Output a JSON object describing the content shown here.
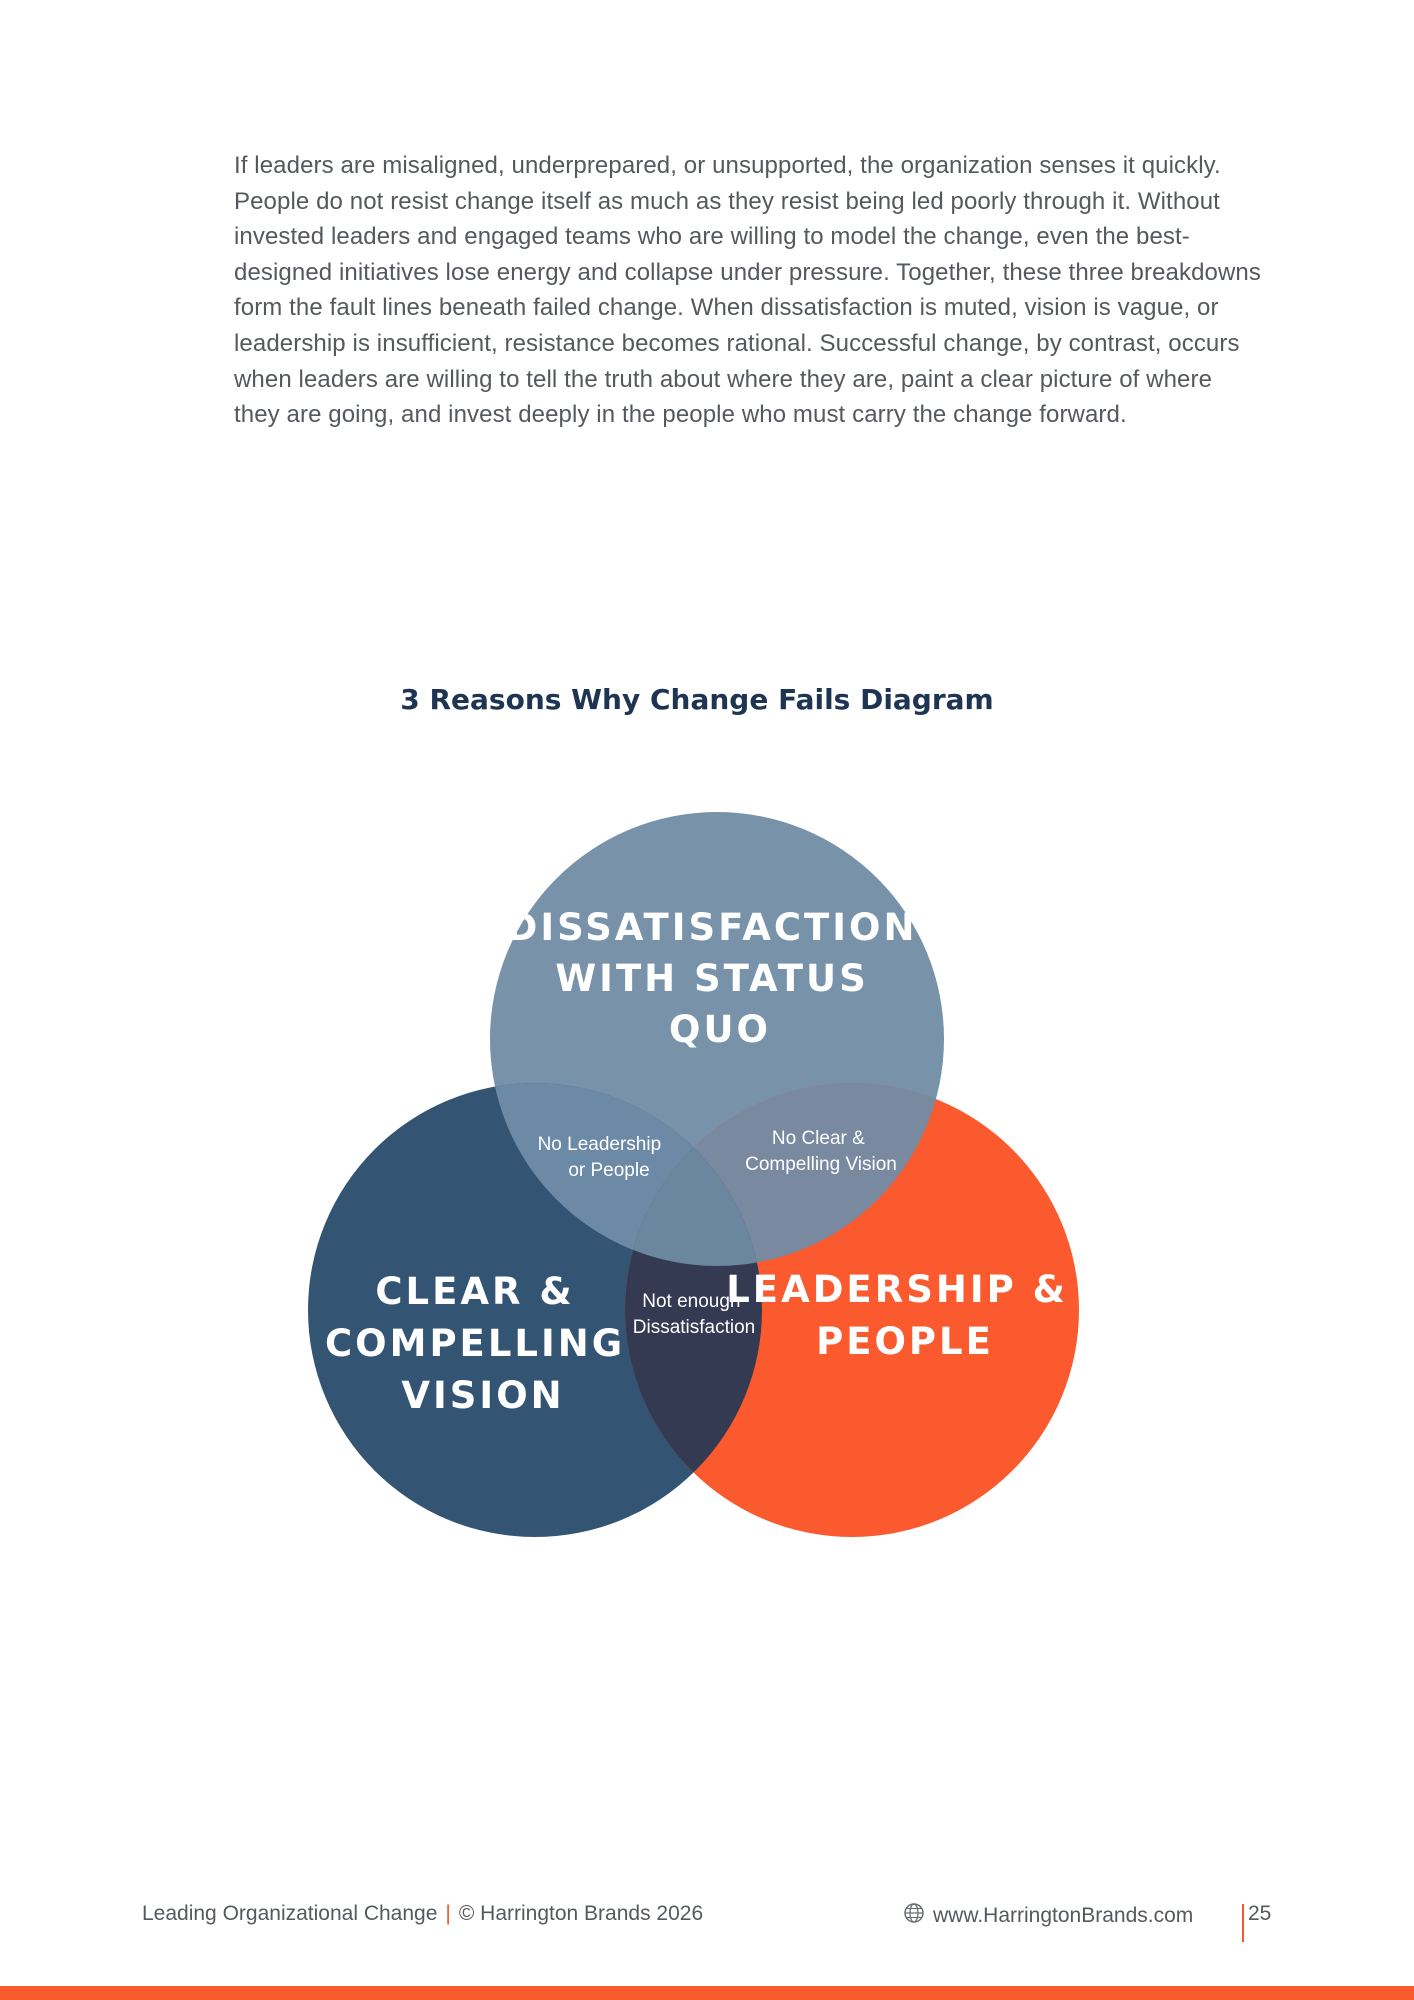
{
  "body_text": "If leaders are misaligned, underprepared, or unsupported, the organization senses it quickly. People do not resist change itself as much as they resist being led poorly through it. Without invested leaders and engaged teams who are willing to model the change, even the best-designed initiatives lose energy and collapse under pressure. Together, these three breakdowns form the fault lines beneath failed change. When dissatisfaction is muted, vision is vague, or leadership is insufficient, resistance becomes rational. Successful change, by contrast, occurs when leaders are willing to tell the truth about where they are, paint a clear picture of where they are going, and invest deeply in the people who must carry the change forward.",
  "diagram": {
    "title": "3 Reasons Why Change Fails Diagram",
    "circles": {
      "top": {
        "lines": [
          "DISSATISFACTION",
          "WITH STATUS",
          "QUO"
        ],
        "color": "#7892aa"
      },
      "left": {
        "lines": [
          "CLEAR &",
          "COMPELLING",
          "VISION"
        ],
        "color": "#335573"
      },
      "right": {
        "lines": [
          "LEADERSHIP &",
          "PEOPLE"
        ],
        "color": "#fa5a2e"
      }
    },
    "overlaps": {
      "top_left": {
        "lines": [
          "No Leadership",
          "or People"
        ]
      },
      "top_right": {
        "lines": [
          "No Clear &",
          "Compelling Vision"
        ]
      },
      "left_right": {
        "lines": [
          "Not enough",
          "Dissatisfaction"
        ]
      }
    },
    "overlap_colors": {
      "top_left": "#6c8aa5",
      "top_right": "#79899f",
      "left_right": "#353a53",
      "center": "#6b87a0"
    }
  },
  "footer": {
    "doc_title": "Leading Organizational Change",
    "copyright": "© Harrington Brands 2026",
    "website": "www.HarringtonBrands.com",
    "page_number": "25",
    "globe_icon": "globe-icon"
  },
  "colors": {
    "accent": "#f95b2c",
    "heading": "#1d3552",
    "text": "#55595e"
  }
}
